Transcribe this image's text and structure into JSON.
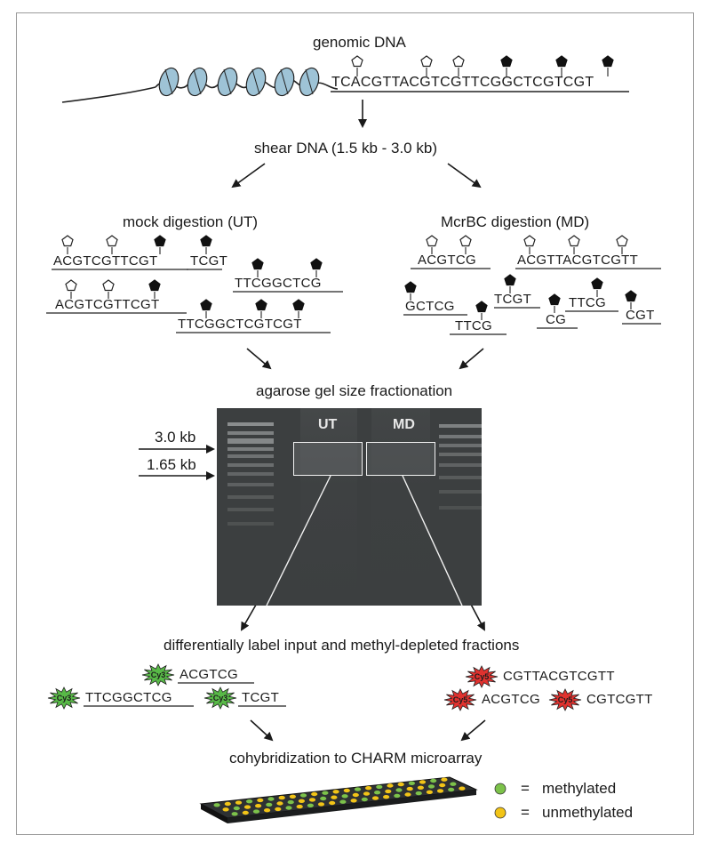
{
  "labels": {
    "genomic_dna": "genomic DNA",
    "shear": "shear DNA (1.5 kb - 3.0 kb)",
    "mock": "mock digestion (UT)",
    "mcrbc": "McrBC digestion (MD)",
    "gel_title": "agarose gel size fractionation",
    "label_step": "differentially label input and methyl-depleted fractions",
    "cohyb": "cohybridization to CHARM microarray"
  },
  "genomic_sequence": "TCACGTTACGTCGTTCGGCTCGTCGT",
  "mock_fragments": [
    "ACGTCGTTCGT",
    "TCGT",
    "TTCGGCTCG",
    "ACGTCGTTCGT",
    "TTCGGCTCGTCGT"
  ],
  "mcrbc_fragments": [
    "ACGTCG",
    "ACGTTACGTCGTT",
    "GCTCG",
    "TCGT",
    "TTCG",
    "CG",
    "TTCG",
    "CGT"
  ],
  "gel": {
    "lane_ut": "UT",
    "lane_md": "MD",
    "marker_high": "3.0 kb",
    "marker_low": "1.65 kb"
  },
  "labeled_input": [
    "ACGTCG",
    "TTCGGCTCG",
    "TCGT"
  ],
  "labeled_depleted": [
    "CGTTACGTCGTT",
    "ACGTCG",
    "CGTCGTT"
  ],
  "dyes": {
    "green": "Cy3",
    "red": "Cy5"
  },
  "colors": {
    "cy3": "#58b947",
    "cy5": "#e0322f",
    "methylated": "#7cc24a",
    "unmethylated": "#f2c417",
    "nucleosome": "#9ec3d6"
  },
  "legend": {
    "methylated": "methylated",
    "unmethylated": "unmethylated",
    "eq": "="
  }
}
